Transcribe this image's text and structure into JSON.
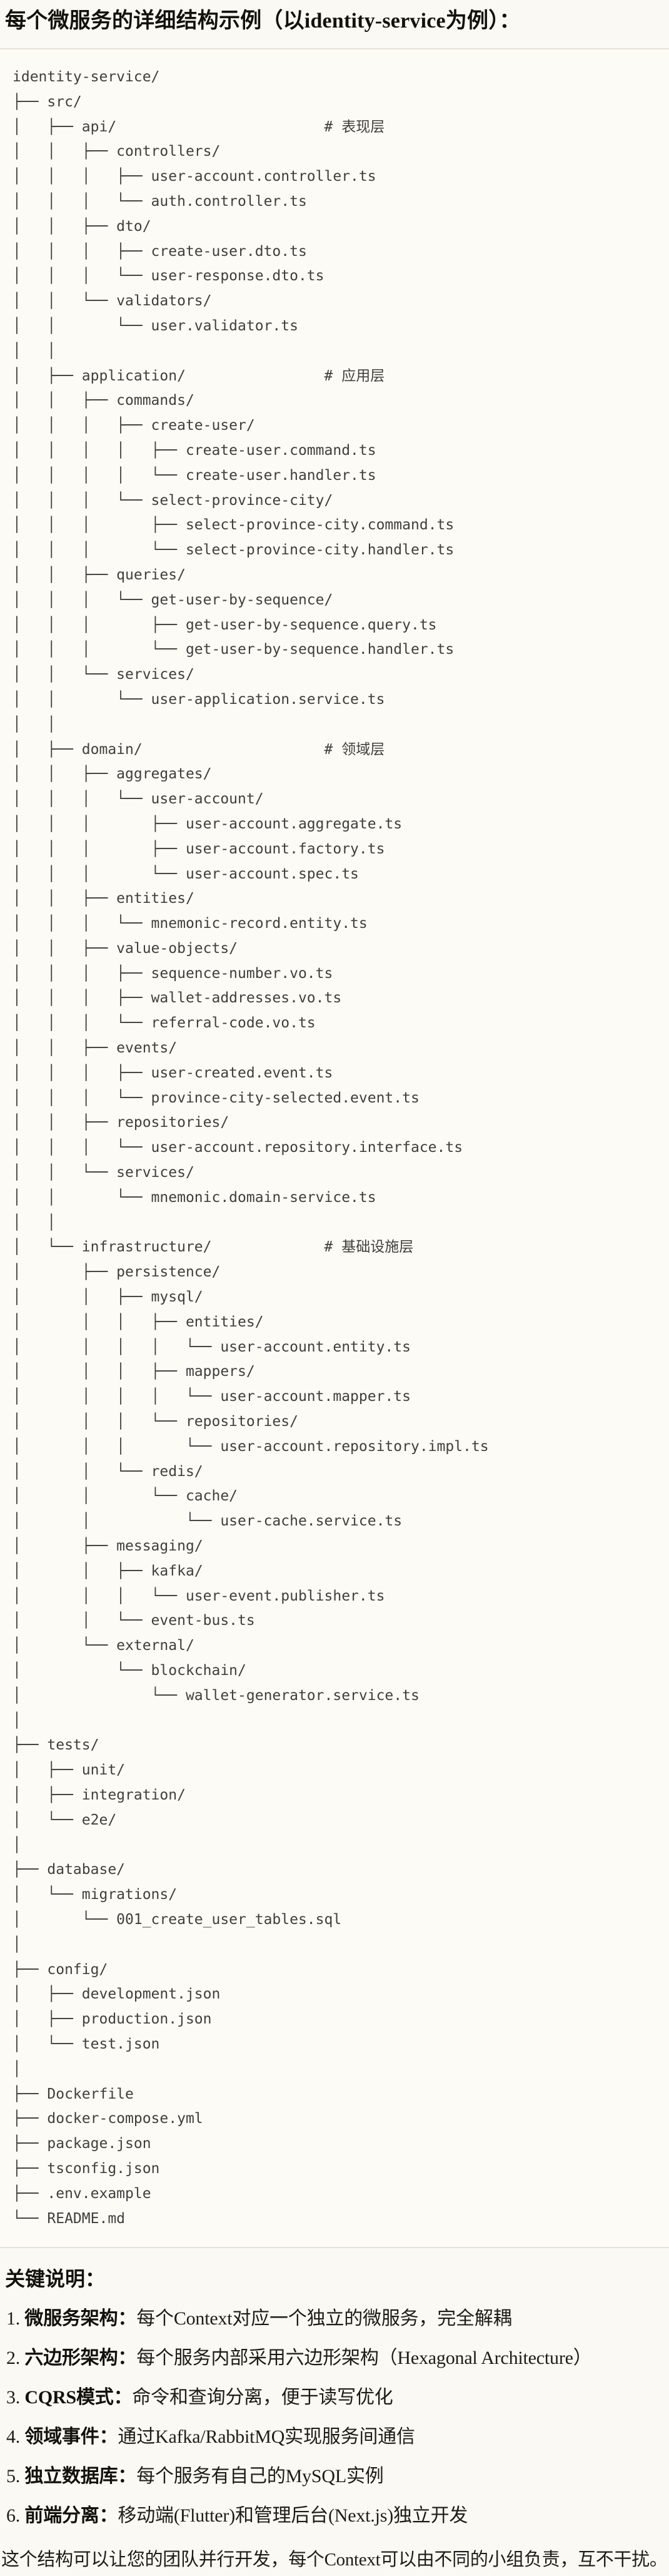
{
  "page": {
    "title": "每个微服务的详细结构示例（以identity-service为例）："
  },
  "code_block": {
    "lines": [
      "identity-service/",
      "├── src/",
      "│   ├── api/                        # 表现层",
      "│   │   ├── controllers/",
      "│   │   │   ├── user-account.controller.ts",
      "│   │   │   └── auth.controller.ts",
      "│   │   ├── dto/",
      "│   │   │   ├── create-user.dto.ts",
      "│   │   │   └── user-response.dto.ts",
      "│   │   └── validators/",
      "│   │       └── user.validator.ts",
      "│   │",
      "│   ├── application/                # 应用层",
      "│   │   ├── commands/",
      "│   │   │   ├── create-user/",
      "│   │   │   │   ├── create-user.command.ts",
      "│   │   │   │   └── create-user.handler.ts",
      "│   │   │   └── select-province-city/",
      "│   │   │       ├── select-province-city.command.ts",
      "│   │   │       └── select-province-city.handler.ts",
      "│   │   ├── queries/",
      "│   │   │   └── get-user-by-sequence/",
      "│   │   │       ├── get-user-by-sequence.query.ts",
      "│   │   │       └── get-user-by-sequence.handler.ts",
      "│   │   └── services/",
      "│   │       └── user-application.service.ts",
      "│   │",
      "│   ├── domain/                     # 领域层",
      "│   │   ├── aggregates/",
      "│   │   │   └── user-account/",
      "│   │   │       ├── user-account.aggregate.ts",
      "│   │   │       ├── user-account.factory.ts",
      "│   │   │       └── user-account.spec.ts",
      "│   │   ├── entities/",
      "│   │   │   └── mnemonic-record.entity.ts",
      "│   │   ├── value-objects/",
      "│   │   │   ├── sequence-number.vo.ts",
      "│   │   │   ├── wallet-addresses.vo.ts",
      "│   │   │   └── referral-code.vo.ts",
      "│   │   ├── events/",
      "│   │   │   ├── user-created.event.ts",
      "│   │   │   └── province-city-selected.event.ts",
      "│   │   ├── repositories/",
      "│   │   │   └── user-account.repository.interface.ts",
      "│   │   └── services/",
      "│   │       └── mnemonic.domain-service.ts",
      "│   │",
      "│   └── infrastructure/             # 基础设施层",
      "│       ├── persistence/",
      "│       │   ├── mysql/",
      "│       │   │   ├── entities/",
      "│       │   │   │   └── user-account.entity.ts",
      "│       │   │   ├── mappers/",
      "│       │   │   │   └── user-account.mapper.ts",
      "│       │   │   └── repositories/",
      "│       │   │       └── user-account.repository.impl.ts",
      "│       │   └── redis/",
      "│       │       └── cache/",
      "│       │           └── user-cache.service.ts",
      "│       ├── messaging/",
      "│       │   ├── kafka/",
      "│       │   │   └── user-event.publisher.ts",
      "│       │   └── event-bus.ts",
      "│       └── external/",
      "│           └── blockchain/",
      "│               └── wallet-generator.service.ts",
      "│",
      "├── tests/",
      "│   ├── unit/",
      "│   ├── integration/",
      "│   └── e2e/",
      "│",
      "├── database/",
      "│   └── migrations/",
      "│       └── 001_create_user_tables.sql",
      "│",
      "├── config/",
      "│   ├── development.json",
      "│   ├── production.json",
      "│   └── test.json",
      "│",
      "├── Dockerfile",
      "├── docker-compose.yml",
      "├── package.json",
      "├── tsconfig.json",
      "├── .env.example",
      "└── README.md"
    ]
  },
  "notes": {
    "heading": "关键说明：",
    "items": [
      {
        "num": "1. ",
        "label": "微服务架构",
        "colon": "：",
        "text": "每个Context对应一个独立的微服务，完全解耦"
      },
      {
        "num": "2. ",
        "label": "六边形架构",
        "colon": "：",
        "text": "每个服务内部采用六边形架构（Hexagonal Architecture）"
      },
      {
        "num": "3. ",
        "label": "CQRS模式",
        "colon": "：",
        "text": "命令和查询分离，便于读写优化"
      },
      {
        "num": "4. ",
        "label": "领域事件",
        "colon": "：",
        "text": "通过Kafka/RabbitMQ实现服务间通信"
      },
      {
        "num": "5. ",
        "label": "独立数据库",
        "colon": "：",
        "text": "每个服务有自己的MySQL实例"
      },
      {
        "num": "6. ",
        "label": "前端分离",
        "colon": "：",
        "text": "移动端(Flutter)和管理后台(Next.js)独立开发"
      }
    ],
    "footer": "这个结构可以让您的团队并行开发，每个Context可以由不同的小组负责，互不干扰。"
  }
}
